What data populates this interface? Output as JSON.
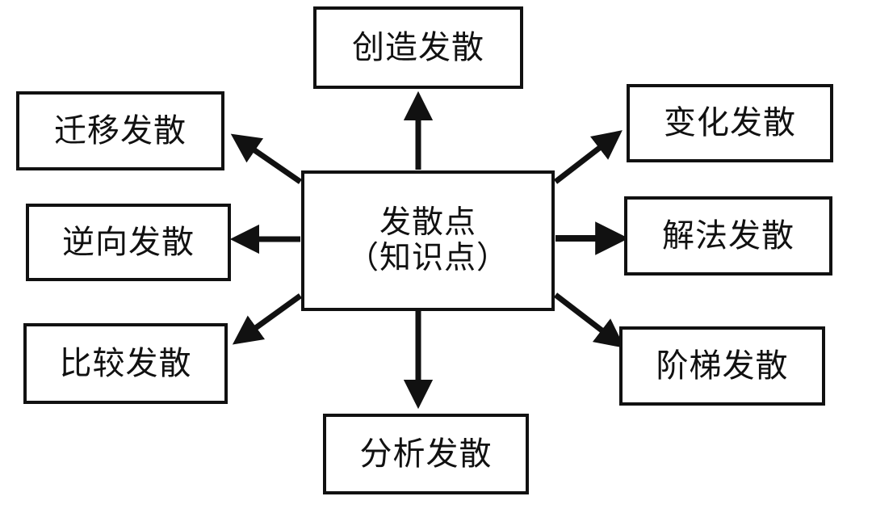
{
  "diagram": {
    "type": "radial-mind-map",
    "title_text": "发散点（知识点）",
    "colors": {
      "background": "#ffffff",
      "stroke": "#111111",
      "text": "#111111",
      "node_fill": "#ffffff"
    },
    "center": {
      "name": "发散点",
      "line1": "发散点",
      "line2": "（知识点）"
    },
    "nodes": [
      {
        "id": "chuangzao",
        "label": "创造发散",
        "position": "top"
      },
      {
        "id": "qianyi",
        "label": "迁移发散",
        "position": "top-left"
      },
      {
        "id": "nixiang",
        "label": "逆向发散",
        "position": "left"
      },
      {
        "id": "bijiao",
        "label": "比较发散",
        "position": "bottom-left"
      },
      {
        "id": "bianhua",
        "label": "变化发散",
        "position": "top-right"
      },
      {
        "id": "jiefa",
        "label": "解法发散",
        "position": "right"
      },
      {
        "id": "jieti",
        "label": "阶梯发散",
        "position": "bottom-right"
      },
      {
        "id": "fenxi",
        "label": "分析发散",
        "position": "bottom"
      }
    ],
    "arrows": [
      {
        "from": "发散点",
        "to": "创造发散",
        "direction": "up"
      },
      {
        "from": "发散点",
        "to": "迁移发散",
        "direction": "up-left"
      },
      {
        "from": "发散点",
        "to": "逆向发散",
        "direction": "left"
      },
      {
        "from": "发散点",
        "to": "比较发散",
        "direction": "down-left"
      },
      {
        "from": "发散点",
        "to": "变化发散",
        "direction": "up-right"
      },
      {
        "from": "发散点",
        "to": "解法发散",
        "direction": "right"
      },
      {
        "from": "发散点",
        "to": "阶梯发散",
        "direction": "down-right"
      },
      {
        "from": "发散点",
        "to": "分析发散",
        "direction": "down"
      }
    ]
  }
}
